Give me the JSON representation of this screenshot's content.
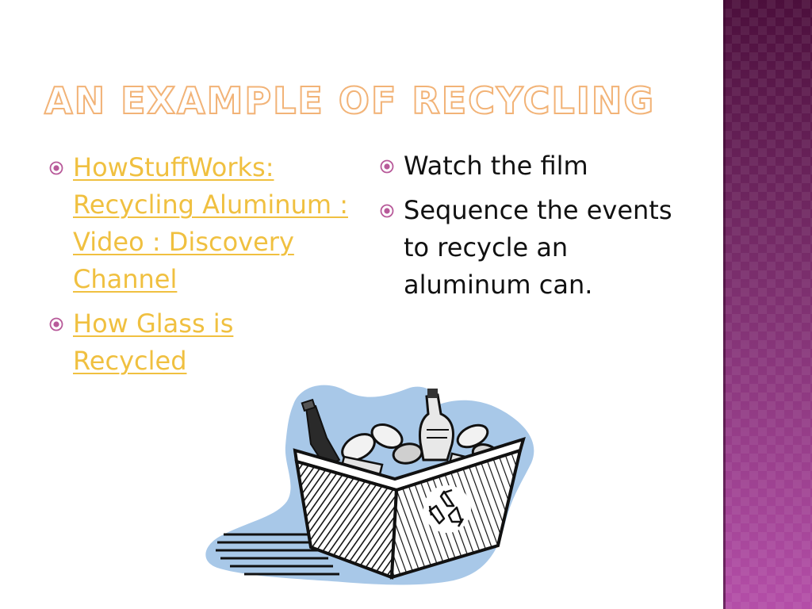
{
  "slide": {
    "title": "An Example of Recycling",
    "left_column": [
      {
        "text": "HowStuffWorks: Recycling Aluminum : Video : Discovery Channel",
        "is_link": true
      },
      {
        "text": "How Glass is Recycled",
        "is_link": true
      }
    ],
    "right_column": [
      {
        "text": "Watch the film",
        "is_link": false
      },
      {
        "text": "Sequence the events to recycle an aluminum can.",
        "is_link": false
      }
    ],
    "illustration": "recycling-bin-clipart"
  },
  "colors": {
    "title_outline": "#f2b377",
    "link": "#f0c040",
    "body_text": "#111111",
    "side_band_top": "#4c0f3c",
    "side_band_bottom": "#b44ea8",
    "bullet": "#b85a9a",
    "clipart_backdrop": "#a8c8e8"
  },
  "icons": {
    "bullet": "circle-dot-icon",
    "recycle": "recycle-icon"
  }
}
